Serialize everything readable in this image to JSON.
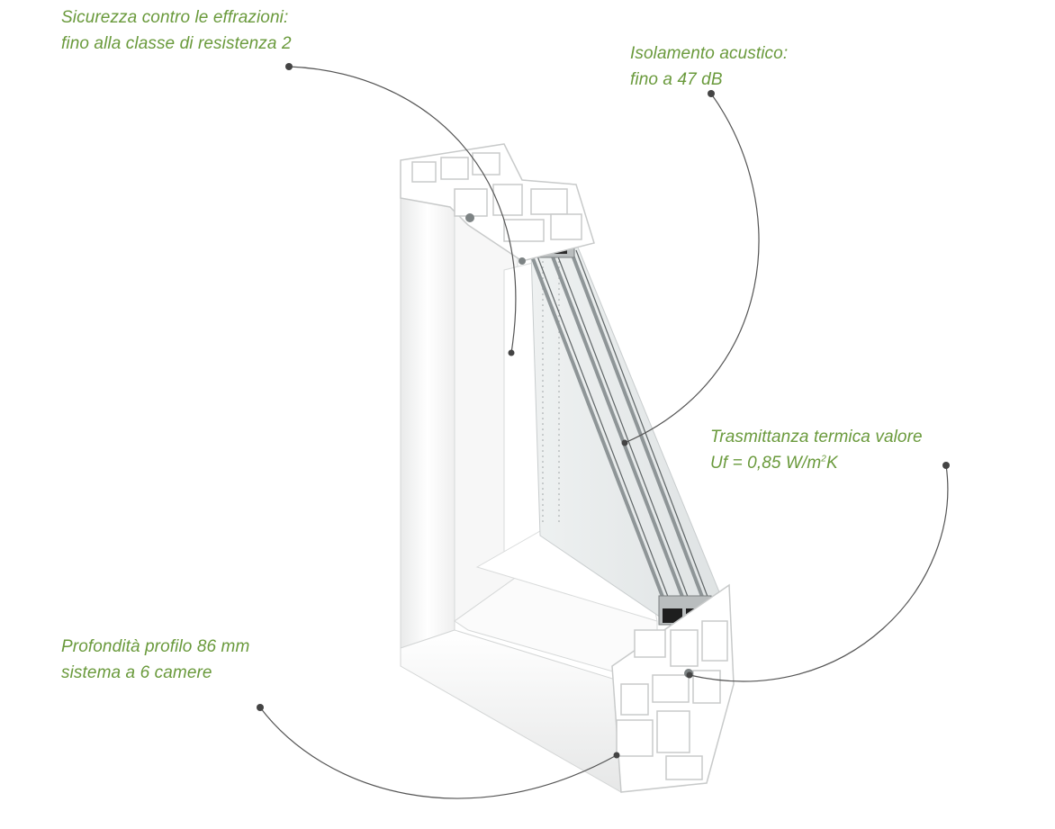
{
  "callouts": {
    "security": {
      "line1": "Sicurezza contro le effrazioni:",
      "line2": "fino alla classe di resistenza 2"
    },
    "acoustic": {
      "line1": "Isolamento acustico:",
      "line2": "fino a 47 dB"
    },
    "thermal": {
      "line1": "Trasmittanza termica valore",
      "line2_prefix": "Uf = 0,85 W/m",
      "line2_sup": "2",
      "line2_suffix": "K"
    },
    "depth": {
      "line1": "Profondità profilo 86 mm",
      "line2": "sistema a 6 camere"
    }
  },
  "colors": {
    "label_text": "#6a9a3c",
    "leader_line": "#555555",
    "frame_white": "#f6f6f6",
    "glass_gray": "#8e9597"
  }
}
